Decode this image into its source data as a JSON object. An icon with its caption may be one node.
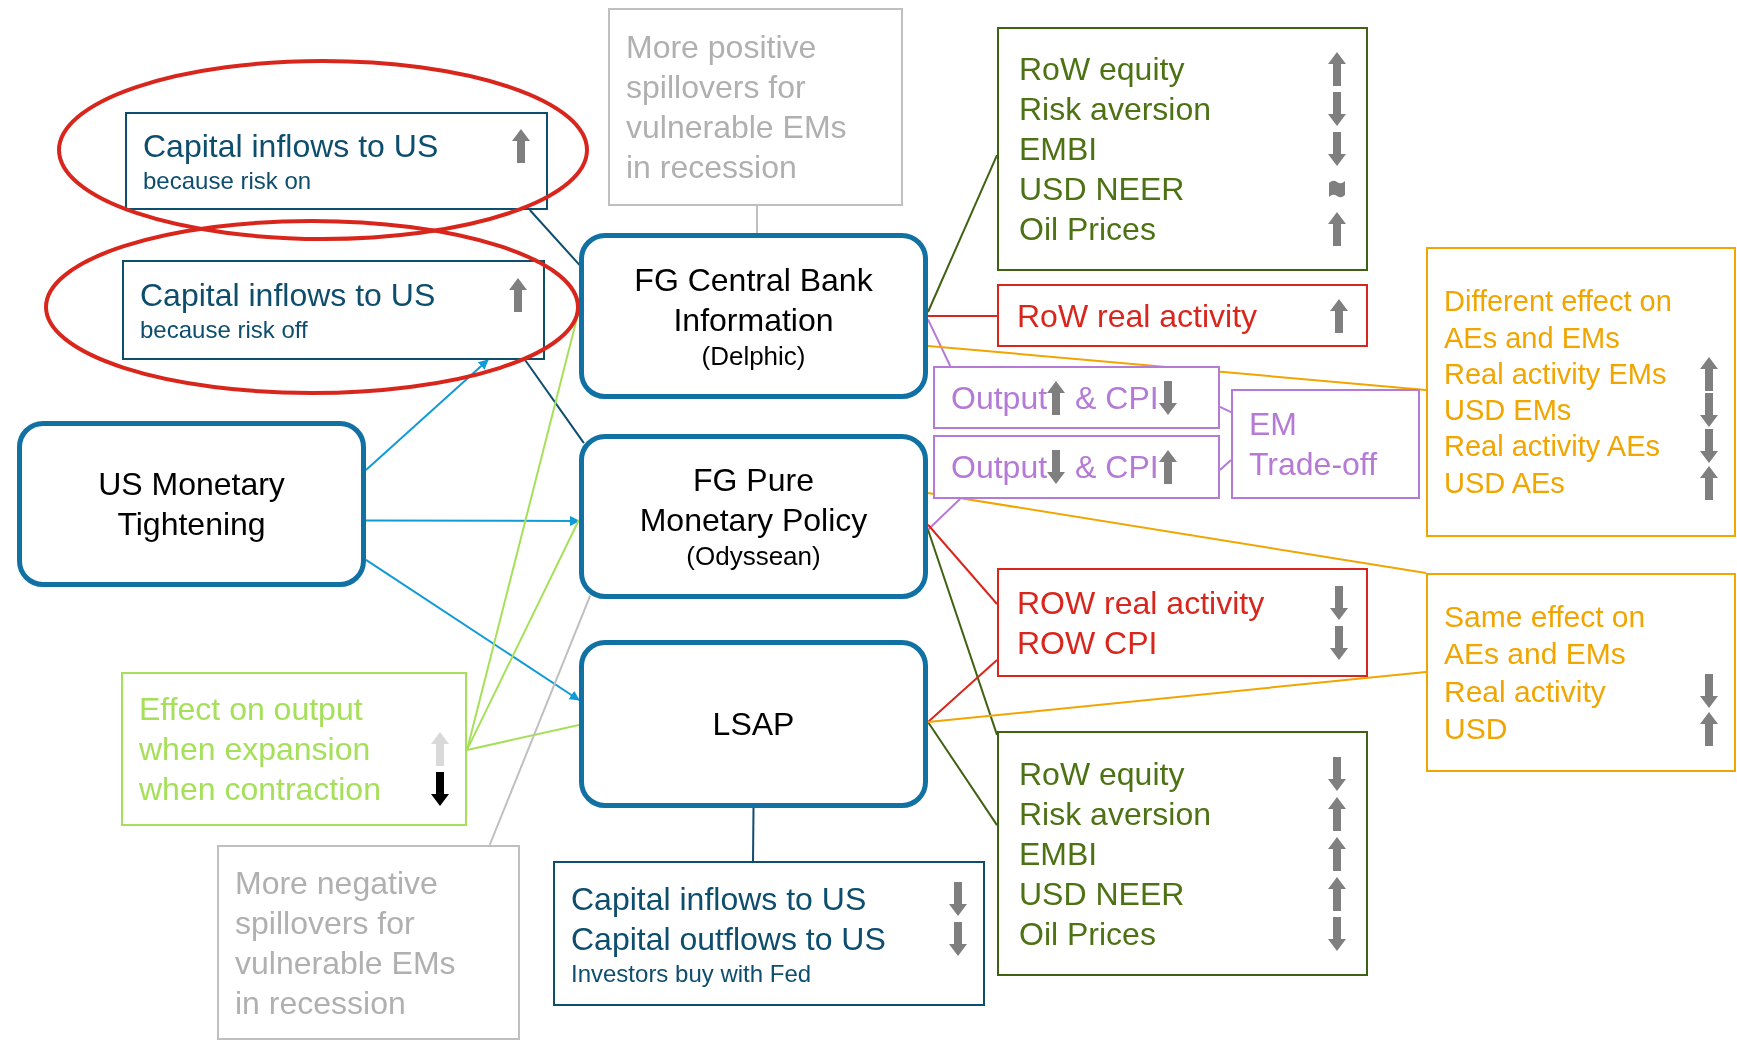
{
  "diagram": {
    "nodes": [
      {
        "text": [
          "US Monetary Tightening"
        ]
      },
      {
        "text": [
          "Capital inflows to US",
          "because risk on"
        ]
      },
      {
        "text": [
          "Capital inflows to US",
          "because risk off"
        ]
      },
      {
        "text": [
          "FG Central Bank Information",
          "(Delphic)"
        ]
      },
      {
        "text": [
          "FG Pure Monetary Policy",
          "(Odyssean)"
        ]
      },
      {
        "text": [
          "LSAP"
        ]
      },
      {
        "text": [
          "More positive spillovers for vulnerable EMs in recession"
        ]
      },
      {
        "text": [
          "Effect on output",
          "when expansion",
          "when contraction"
        ]
      },
      {
        "text": [
          "More negative spillovers for vulnerable EMs in recession"
        ]
      },
      {
        "text": [
          "Capital inflows to US",
          "Capital outflows to US",
          "Investors buy with Fed"
        ]
      },
      {
        "text": [
          "RoW equity",
          "Risk aversion",
          "EMBI",
          "USD NEER",
          "Oil Prices"
        ]
      },
      {
        "text": [
          "RoW real activity"
        ]
      },
      {
        "text": [
          "Output",
          "& CPI"
        ]
      },
      {
        "text": [
          "Output",
          "& CPI"
        ]
      },
      {
        "text": [
          "EM Trade-off"
        ]
      },
      {
        "text": [
          "ROW real activity",
          "ROW CPI"
        ]
      },
      {
        "text": [
          "RoW equity",
          "Risk aversion",
          "EMBI",
          "USD NEER",
          "Oil Prices"
        ]
      },
      {
        "text": [
          "Different effect on AEs and EMs",
          "Real activity EMs",
          "USD EMs",
          "Real activity AEs",
          "USD AEs"
        ]
      },
      {
        "text": [
          "Same effect on AEs and EMs",
          "Real activity",
          "USD"
        ]
      }
    ],
    "edges": [
      {
        "from": 0,
        "to": 2,
        "arrow": "to",
        "color": "#109bd8"
      },
      {
        "from": 0,
        "to": 4,
        "arrow": "to",
        "color": "#109bd8"
      },
      {
        "from": 0,
        "to": 5,
        "arrow": "to",
        "color": "#109bd8"
      },
      {
        "from": 1,
        "to": 3,
        "arrow": "none",
        "color": "#0d4d6e"
      },
      {
        "from": 2,
        "to": 4,
        "arrow": "none",
        "color": "#0d4d6e"
      },
      {
        "from": 6,
        "to": 3,
        "arrow": "none",
        "color": "#bfbfbf"
      },
      {
        "from": 7,
        "to": 3,
        "arrow": "none",
        "color": "#a6e05a"
      },
      {
        "from": 7,
        "to": 4,
        "arrow": "none",
        "color": "#a6e05a"
      },
      {
        "from": 7,
        "to": 5,
        "arrow": "none",
        "color": "#a6e05a"
      },
      {
        "from": 8,
        "to": 4,
        "arrow": "none",
        "color": "#bfbfbf"
      },
      {
        "from": 5,
        "to": 9,
        "arrow": "none",
        "color": "#0d4d6e"
      },
      {
        "from": 3,
        "to": 10,
        "arrow": "none",
        "color": "#3f6212"
      },
      {
        "from": 3,
        "to": 11,
        "arrow": "none",
        "color": "#d9261c"
      },
      {
        "from": 3,
        "to": 12,
        "arrow": "none",
        "color": "#b57ad6"
      },
      {
        "from": 3,
        "to": 17,
        "arrow": "none",
        "color": "#f0a500"
      },
      {
        "from": 12,
        "to": 14,
        "arrow": "none",
        "color": "#b57ad6"
      },
      {
        "from": 13,
        "to": 14,
        "arrow": "none",
        "color": "#b57ad6"
      },
      {
        "from": 4,
        "to": 13,
        "arrow": "none",
        "color": "#b57ad6"
      },
      {
        "from": 4,
        "to": 15,
        "arrow": "none",
        "color": "#d9261c"
      },
      {
        "from": 4,
        "to": 16,
        "arrow": "none",
        "color": "#3f6212"
      },
      {
        "from": 4,
        "to": 18,
        "arrow": "none",
        "color": "#f0a500"
      },
      {
        "from": 5,
        "to": 15,
        "arrow": "none",
        "color": "#d9261c"
      },
      {
        "from": 5,
        "to": 16,
        "arrow": "none",
        "color": "#3f6212"
      },
      {
        "from": 5,
        "to": 18,
        "arrow": "none",
        "color": "#f0a500"
      }
    ]
  }
}
